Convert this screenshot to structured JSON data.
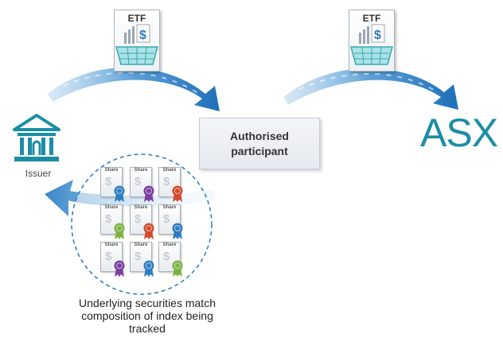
{
  "etf_cards": [
    {
      "label": "ETF"
    },
    {
      "label": "ETF"
    }
  ],
  "authorised_participant": {
    "label": "Authorised participant"
  },
  "asx": {
    "label": "ASX"
  },
  "issuer": {
    "label": "Issuer"
  },
  "shares": {
    "label": "Share",
    "symbol": "$",
    "ribbon_colors": [
      "#2e7dc2",
      "#7b3fa0",
      "#d24a2a",
      "#7cb342",
      "#d24a2a",
      "#2e7dc2",
      "#7b3fa0",
      "#2e7dc2",
      "#7cb342"
    ]
  },
  "caption": {
    "text": "Underlying securities match composition of index being tracked"
  },
  "colors": {
    "arrow": "#2a78bd",
    "asx": "#1b8ea6",
    "issuer_icon": "#1b8ea6",
    "circle_border": "#2a78bd"
  },
  "icons": [
    "etf-basket-icon",
    "bank-icon",
    "share-certificate-icon",
    "ribbon-icon",
    "arrow-icon"
  ]
}
